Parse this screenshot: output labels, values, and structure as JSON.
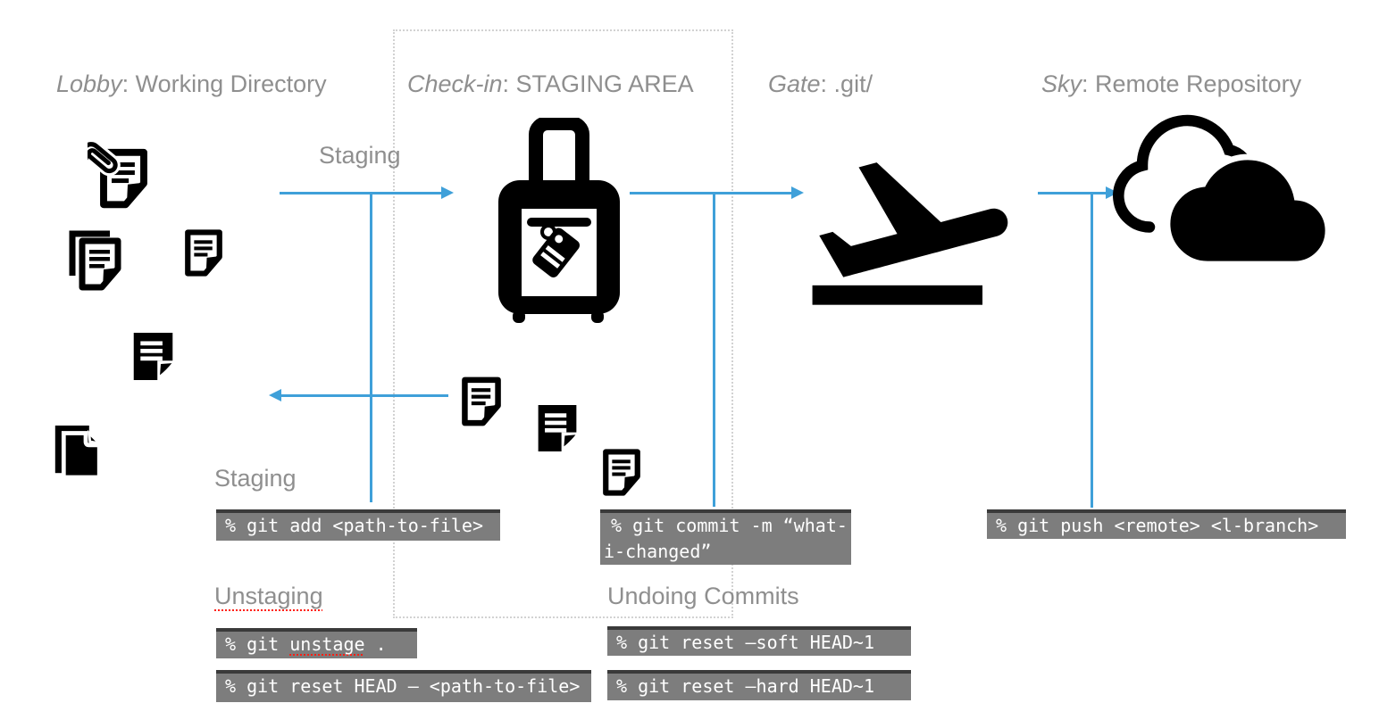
{
  "titles": {
    "lobby": {
      "italic": "Lobby",
      "rest": ": Working Directory"
    },
    "checkin": {
      "italic": "Check-in",
      "rest": ": STAGING AREA"
    },
    "gate": {
      "italic": "Gate",
      "rest": ": .git/"
    },
    "sky": {
      "italic": "Sky",
      "rest": ": Remote Repository"
    }
  },
  "labels": {
    "staging_top": "Staging",
    "staging_bottom": "Staging",
    "unstaging": "Unstaging",
    "undoing_commits": "Undoing Commits"
  },
  "commands": {
    "add": "% git add <path-to-file>",
    "commit_line1": "% git commit -m “what-",
    "commit_line2": "i-changed”",
    "push": "% git push <remote> <l-branch>",
    "unstage_prefix": "% git ",
    "unstage_word": "unstage",
    "unstage_suffix": " .",
    "reset_head": "% git reset HEAD – <path-to-file>",
    "reset_soft": "% git reset –soft HEAD~1",
    "reset_hard": "% git reset –hard HEAD~1"
  },
  "icons": {
    "working_directory": [
      "attachment-note-icon",
      "copy-outline-icon",
      "note-outline-icon",
      "note-solid-icon",
      "copy-solid-icon"
    ],
    "staging_area": "suitcase-tag-icon",
    "staged_files": [
      "note-outline-icon",
      "note-solid-icon",
      "note-outline-icon"
    ],
    "gate": "plane-takeoff-icon",
    "remote": "clouds-icon"
  },
  "colors": {
    "arrow_blue": "#3fa0d9",
    "heading_gray": "#8f8f8f",
    "box_bg": "#7d7d7d",
    "box_top": "#3a3a3a",
    "spellcheck_red": "#ff1e14",
    "dotted_border": "#d2d2d2"
  }
}
